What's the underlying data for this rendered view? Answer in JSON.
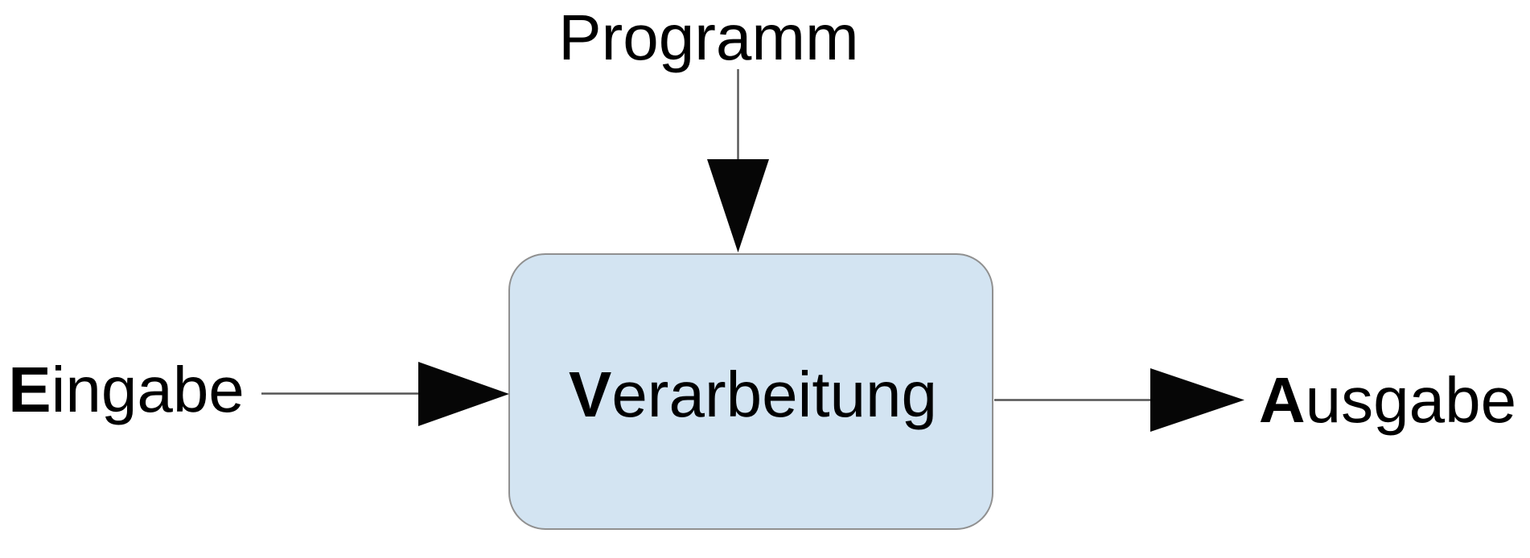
{
  "labels": {
    "program": "Programm",
    "input_initial": "E",
    "input_rest": "ingabe",
    "process_initial": "V",
    "process_rest": "erarbeitung",
    "output_initial": "A",
    "output_rest": "usgabe"
  },
  "colors": {
    "background": "#ffffff",
    "text": "#000000",
    "process_fill": "#d3e4f2",
    "process_border": "#909090",
    "connector_line": "#555555",
    "arrowhead": "#060606"
  }
}
